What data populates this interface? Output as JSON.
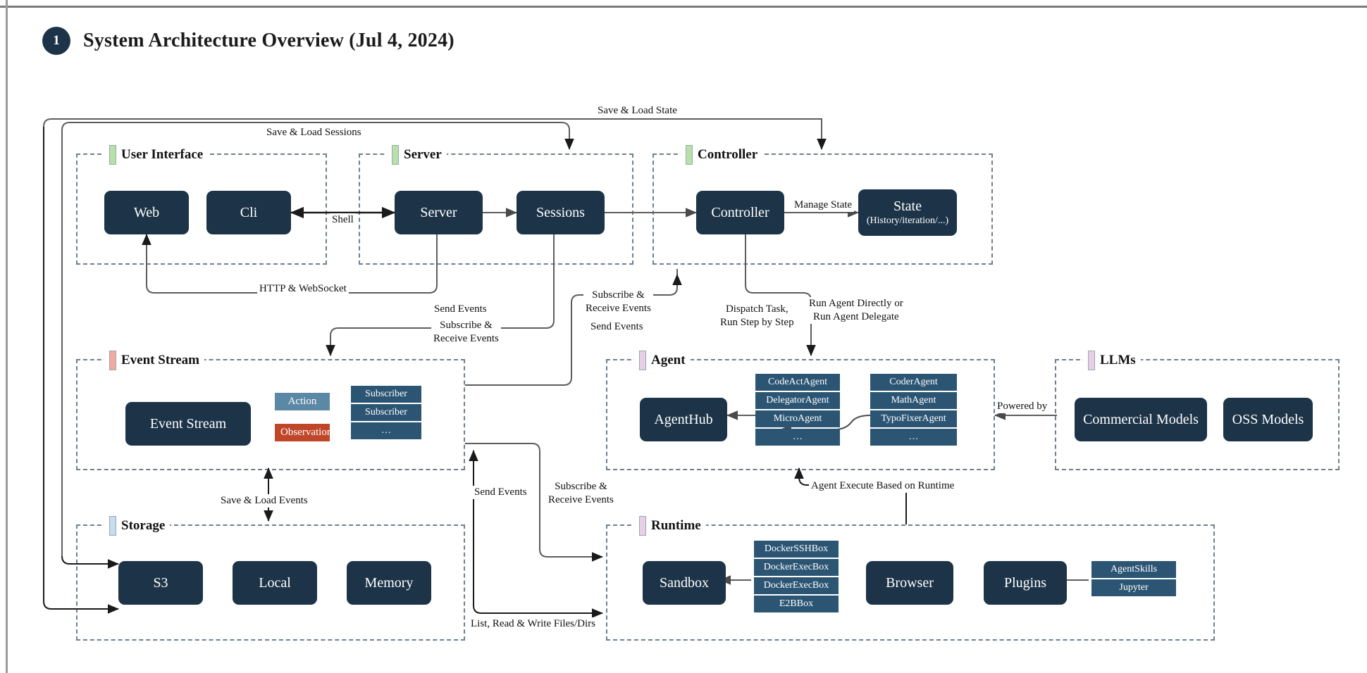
{
  "header": {
    "badge": "1",
    "title": "System Architecture Overview (Jul 4, 2024)"
  },
  "groups": {
    "user_interface": {
      "label": "User Interface",
      "color": "#b8e0a8"
    },
    "server": {
      "label": "Server",
      "color": "#b8e0a8"
    },
    "controller": {
      "label": "Controller",
      "color": "#b8e0a8"
    },
    "event_stream": {
      "label": "Event Stream",
      "color": "#f2a9a0"
    },
    "agent": {
      "label": "Agent",
      "color": "#e8cfe8"
    },
    "llms": {
      "label": "LLMs",
      "color": "#e8cfe8"
    },
    "storage": {
      "label": "Storage",
      "color": "#c6ddf0"
    },
    "runtime": {
      "label": "Runtime",
      "color": "#e8cfe8"
    }
  },
  "nodes": {
    "web": "Web",
    "cli": "Cli",
    "server": "Server",
    "sessions": "Sessions",
    "controller": "Controller",
    "state_title": "State",
    "state_sub": "(History/iteration/...)",
    "event_stream": "Event Stream",
    "agent_hub": "AgentHub",
    "commercial_models": "Commercial Models",
    "oss_models": "OSS Models",
    "s3": "S3",
    "local": "Local",
    "memory": "Memory",
    "sandbox": "Sandbox",
    "browser": "Browser",
    "plugins": "Plugins"
  },
  "chips": {
    "action": "Action",
    "observation": "Observation"
  },
  "stacks": {
    "subscribers": [
      "Subscriber",
      "Subscriber",
      "…"
    ],
    "agents_left": [
      "CodeActAgent",
      "DelegatorAgent",
      "MicroAgent",
      "…"
    ],
    "agents_right": [
      "CoderAgent",
      "MathAgent",
      "TypoFixerAgent",
      "…"
    ],
    "sandboxes": [
      "DockerSSHBox",
      "DockerExecBox",
      "DockerExecBox",
      "E2BBox"
    ],
    "plugin_items": [
      "AgentSkills",
      "Jupyter"
    ]
  },
  "edges": {
    "save_load_state": "Save & Load State",
    "save_load_sessions": "Save & Load Sessions",
    "shell": "Shell",
    "manage_state": "Manage State",
    "http_websocket": "HTTP & WebSocket",
    "send_events_1": "Send Events",
    "subscribe_receive_1": "Subscribe &\nReceive Events",
    "subscribe_receive_2": "Subscribe &\nReceive Events",
    "send_events_2": "Send Events",
    "dispatch_task": "Dispatch Task,\nRun Step by Step",
    "run_agent": "Run Agent Directly or\nRun Agent Delegate",
    "powered_by": "Powered by",
    "agent_execute": "Agent Execute Based on Runtime",
    "save_load_events": "Save & Load Events",
    "send_events_3": "Send Events",
    "subscribe_receive_3": "Subscribe &\nReceive Events",
    "list_read_write": "List, Read & Write Files/Dirs"
  }
}
